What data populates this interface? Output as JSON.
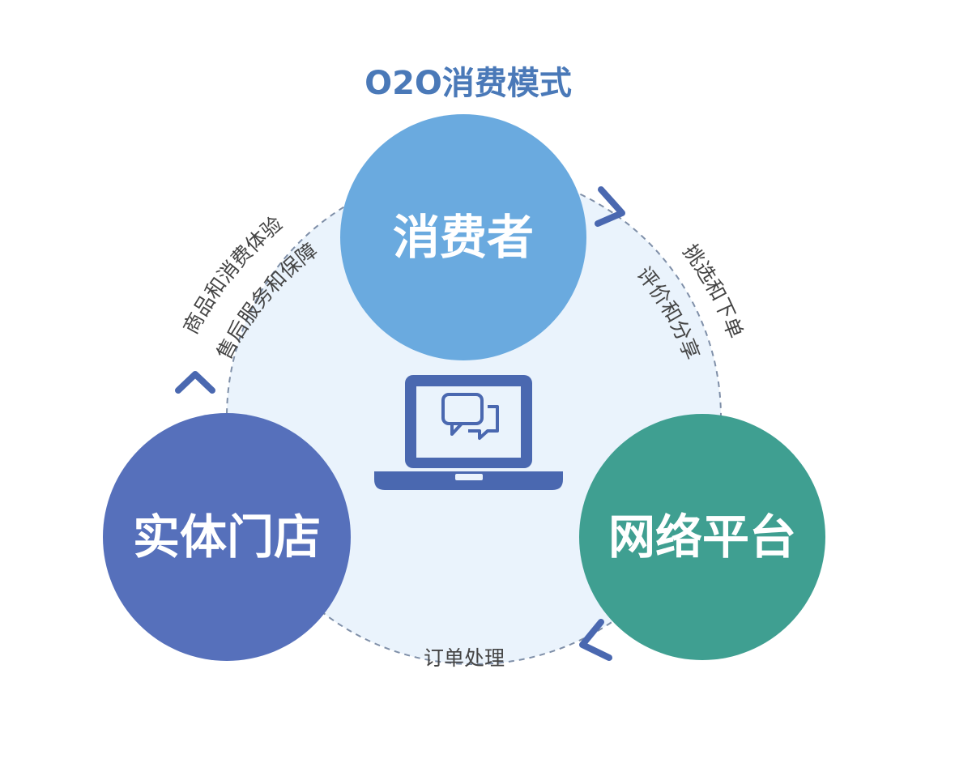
{
  "title": "O2O消费模式",
  "nodes": {
    "consumer": {
      "label": "消费者",
      "color": "#6aaadf"
    },
    "store": {
      "label": "实体门店",
      "color": "#5670bb"
    },
    "platform": {
      "label": "网络平台",
      "color": "#3f9f91"
    }
  },
  "edges": {
    "store_to_consumer": {
      "outer": "商品和消费体验",
      "inner": "售后服务和保障"
    },
    "consumer_to_platform": {
      "outer": "挑选和下单",
      "inner": "评价和分享"
    },
    "platform_to_store": {
      "label": "订单处理"
    }
  },
  "center_icon": "laptop-chat-icon",
  "colors": {
    "ring_fill": "#eaf3fc",
    "ring_stroke": "#7f8fa8",
    "arrow": "#4a68b0",
    "icon": "#4a68b0"
  }
}
